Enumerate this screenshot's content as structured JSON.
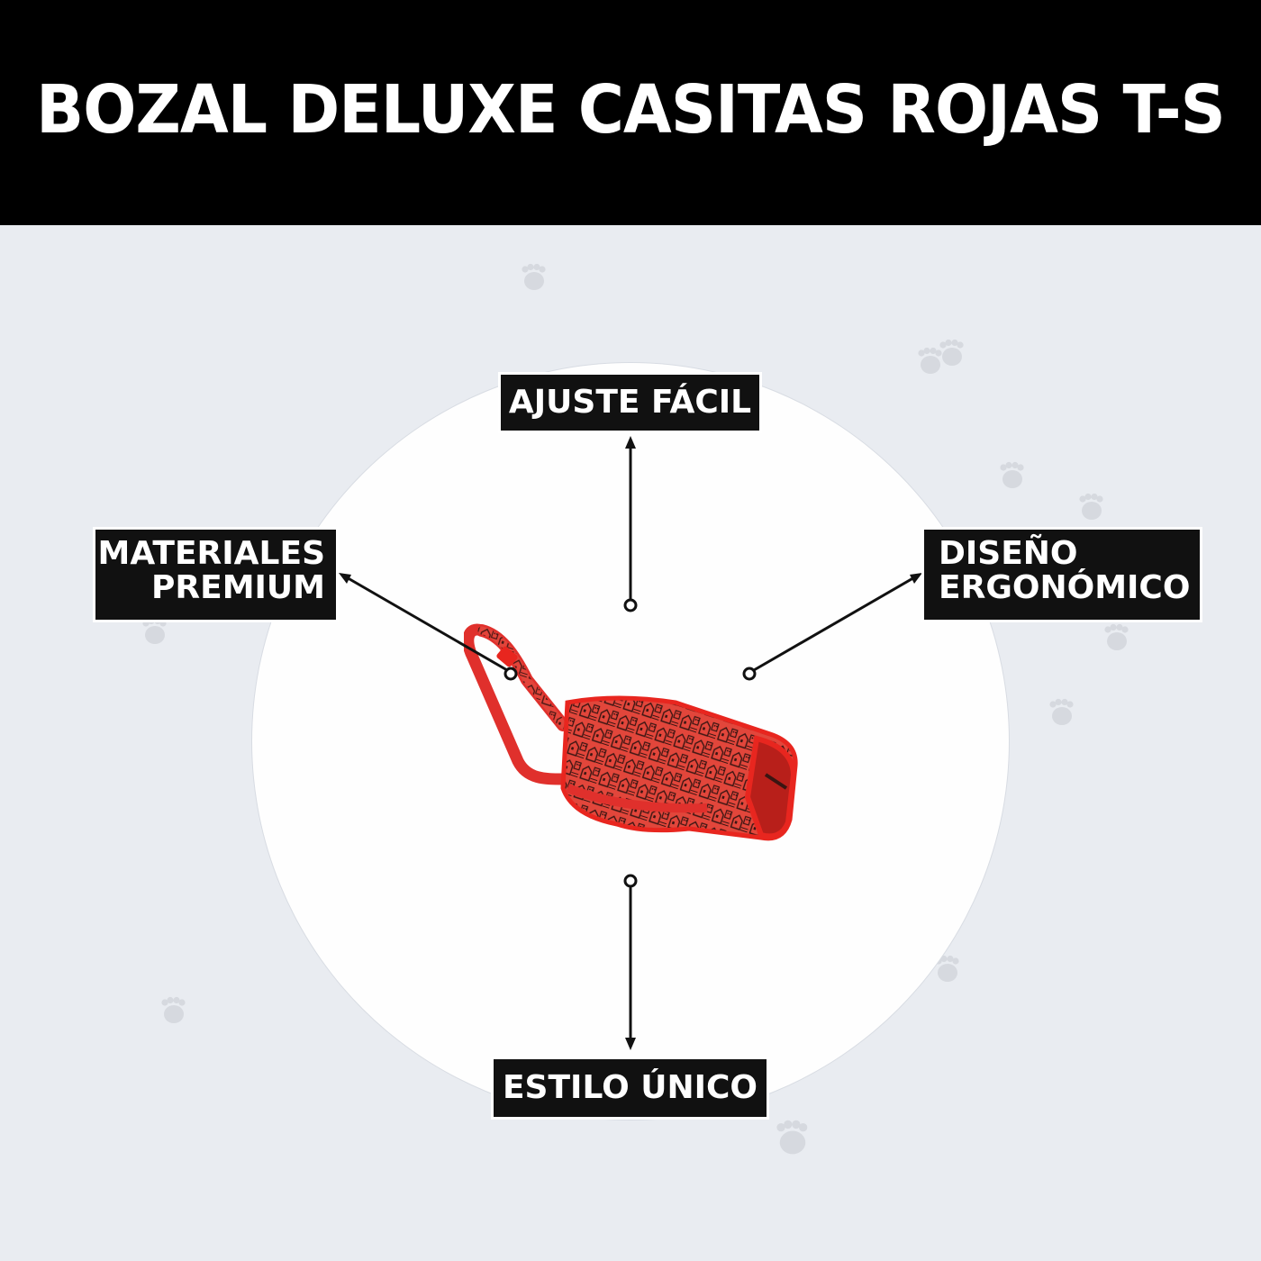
{
  "header": {
    "title": "BOZAL DELUXE CASITAS ROJAS T-S"
  },
  "product": {
    "name": "red muzzle with house pattern",
    "color": "#e0302c"
  },
  "callouts": {
    "top": {
      "lines": [
        "AJUSTE FÁCIL"
      ]
    },
    "left": {
      "lines": [
        "MATERIALES",
        "PREMIUM"
      ]
    },
    "right": {
      "lines": [
        "DISEÑO",
        "ERGONÓMICO"
      ]
    },
    "bottom": {
      "lines": [
        "ESTILO ÚNICO"
      ]
    }
  },
  "colors": {
    "header_bg": "#000000",
    "page_bg": "#e9ecf1",
    "circle_bg": "#fefefe",
    "label_bg": "#111111",
    "label_text": "#ffffff",
    "paw": "#d6d9df"
  }
}
